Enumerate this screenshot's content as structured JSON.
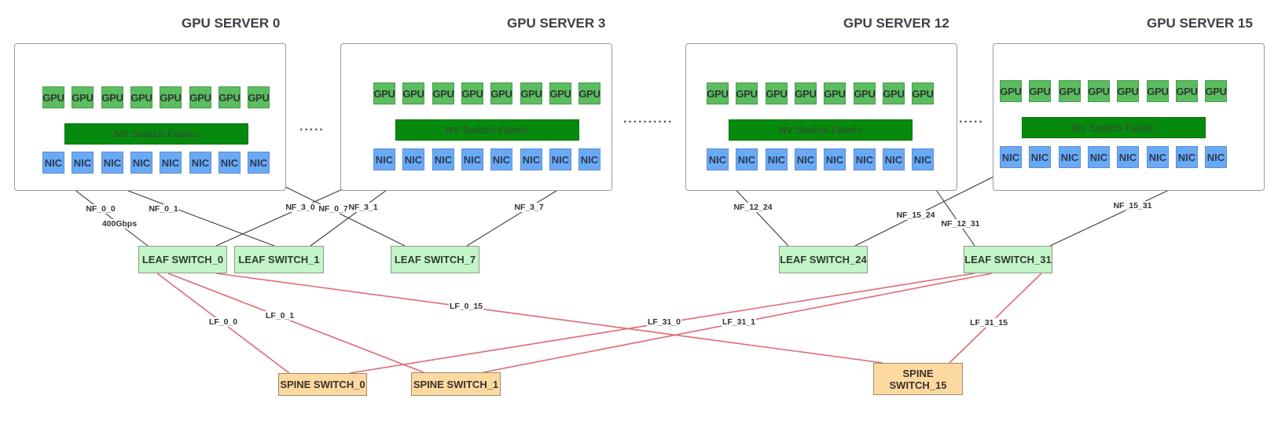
{
  "servers": [
    {
      "id": "server-0",
      "title": "GPU SERVER 0",
      "gpu_label": "GPU",
      "nic_label": "NIC",
      "fabric_label": "NV Switch Fabric",
      "gpu_count": 8,
      "nic_count": 8
    },
    {
      "id": "server-3",
      "title": "GPU SERVER 3",
      "gpu_label": "GPU",
      "nic_label": "NIC",
      "fabric_label": "NV Switch Fabric",
      "gpu_count": 8,
      "nic_count": 8
    },
    {
      "id": "server-12",
      "title": "GPU SERVER 12",
      "gpu_label": "GPU",
      "nic_label": "NIC",
      "fabric_label": "NV Switch Fabric",
      "gpu_count": 8,
      "nic_count": 8
    },
    {
      "id": "server-15",
      "title": "GPU SERVER 15",
      "gpu_label": "GPU",
      "nic_label": "NIC",
      "fabric_label": "NV Switch Fabric",
      "gpu_count": 8,
      "nic_count": 8
    }
  ],
  "ellipses": [
    "·····",
    "··········",
    "·····"
  ],
  "leaf_switches": [
    {
      "id": "leaf-0",
      "label": "LEAF SWITCH_0"
    },
    {
      "id": "leaf-1",
      "label": "LEAF SWITCH_1"
    },
    {
      "id": "leaf-7",
      "label": "LEAF SWITCH_7"
    },
    {
      "id": "leaf-24",
      "label": "LEAF SWITCH_24"
    },
    {
      "id": "leaf-31",
      "label": "LEAF SWITCH_31"
    }
  ],
  "spine_switches": [
    {
      "id": "spine-0",
      "label": "SPINE SWITCH_0"
    },
    {
      "id": "spine-1",
      "label": "SPINE SWITCH_1"
    },
    {
      "id": "spine-15",
      "label": "SPINE\nSWITCH_15"
    }
  ],
  "nic_links": [
    {
      "label": "NF_0_0",
      "from_server": 0,
      "from_nic": 0,
      "to_leaf": "leaf-0",
      "extra_label": "400Gbps"
    },
    {
      "label": "NF_0_1",
      "from_server": 0,
      "from_nic": 1,
      "to_leaf": "leaf-1"
    },
    {
      "label": "NF_0_7",
      "from_server": 0,
      "from_nic": 7,
      "to_leaf": "leaf-7"
    },
    {
      "label": "NF_3_0",
      "from_server": 1,
      "from_nic": 0,
      "to_leaf": "leaf-0"
    },
    {
      "label": "NF_3_1",
      "from_server": 1,
      "from_nic": 1,
      "to_leaf": "leaf-1"
    },
    {
      "label": "NF_3_7",
      "from_server": 1,
      "from_nic": 7,
      "to_leaf": "leaf-7"
    },
    {
      "label": "NF_12_24",
      "from_server": 2,
      "from_nic": 0,
      "to_leaf": "leaf-24"
    },
    {
      "label": "NF_12_31",
      "from_server": 2,
      "from_nic": 7,
      "to_leaf": "leaf-31"
    },
    {
      "label": "NF_15_24",
      "from_server": 3,
      "from_nic": 0,
      "to_leaf": "leaf-24"
    },
    {
      "label": "NF_15_31",
      "from_server": 3,
      "from_nic": 7,
      "to_leaf": "leaf-31"
    }
  ],
  "spine_links": [
    {
      "label": "LF_0_0",
      "from_leaf": "leaf-0",
      "to_spine": "spine-0"
    },
    {
      "label": "LF_0_1",
      "from_leaf": "leaf-0",
      "to_spine": "spine-1"
    },
    {
      "label": "LF_0_15",
      "from_leaf": "leaf-0",
      "to_spine": "spine-15"
    },
    {
      "label": "LF_31_0",
      "from_leaf": "leaf-31",
      "to_spine": "spine-0"
    },
    {
      "label": "LF_31_1",
      "from_leaf": "leaf-31",
      "to_spine": "spine-1"
    },
    {
      "label": "LF_31_15",
      "from_leaf": "leaf-31",
      "to_spine": "spine-15"
    }
  ],
  "colors": {
    "gpu": "#5bbd5f",
    "nic": "#6aaaf5",
    "fabric": "#058a0e",
    "leaf": "#c4f5c8",
    "spine": "#fdd9a2",
    "nic_link": "#3a3a3a",
    "spine_link": "#e06a72",
    "internal_link": "#b8c8e0"
  }
}
